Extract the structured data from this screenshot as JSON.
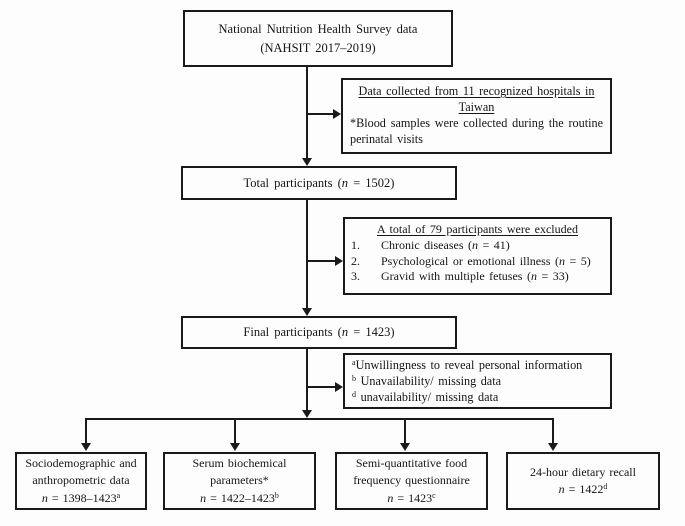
{
  "figure": "participant-flowchart",
  "colors": {
    "border": "#1a1a1a",
    "background": "#fdfdfd",
    "text": "#151515"
  },
  "flow": {
    "top_box": {
      "lines": [
        [
          {
            "t": "National Nutrition Health Survey data"
          }
        ],
        [
          {
            "t": "(NAHSIT 2017–2019)"
          }
        ]
      ]
    },
    "hospitals_box": {
      "heading": [
        [
          {
            "t": "Data collected from 11 recognized hospitals in",
            "u": true
          }
        ],
        [
          {
            "t": "Taiwan",
            "u": true
          }
        ]
      ],
      "body": [
        [
          {
            "t": "*Blood samples were collected during the routine perinatal visits"
          }
        ]
      ]
    },
    "total_box": {
      "line": [
        {
          "t": "Total participants ("
        },
        {
          "t": "n",
          "i": true
        },
        {
          "t": " = 1502)"
        }
      ]
    },
    "excluded_box": {
      "heading": [
        {
          "t": "A total of 79 participants were excluded",
          "u": true
        }
      ],
      "items": [
        [
          {
            "t": "1.",
            "cls": "num"
          },
          {
            "t": "Chronic diseases ("
          },
          {
            "t": "n",
            "i": true
          },
          {
            "t": " = 41)"
          }
        ],
        [
          {
            "t": "2.",
            "cls": "num"
          },
          {
            "t": "Psychological or emotional illness ("
          },
          {
            "t": "n",
            "i": true
          },
          {
            "t": " = 5)"
          }
        ],
        [
          {
            "t": "3.",
            "cls": "num"
          },
          {
            "t": "Gravid with multiple fetuses ("
          },
          {
            "t": "n",
            "i": true
          },
          {
            "t": " = 33)"
          }
        ]
      ]
    },
    "final_box": {
      "line": [
        {
          "t": "Final participants ("
        },
        {
          "t": "n",
          "i": true
        },
        {
          "t": " = 1423)"
        }
      ]
    },
    "footnotes_box": {
      "lines": [
        [
          {
            "t": "a",
            "sup": true
          },
          {
            "t": "Unwillingness to reveal personal information"
          }
        ],
        [
          {
            "t": "b",
            "sup": true
          },
          {
            "t": " Unavailability/ missing data"
          }
        ],
        [
          {
            "t": "d",
            "sup": true
          },
          {
            "t": " unavailability/ missing data"
          }
        ]
      ]
    },
    "outcome_boxes": [
      {
        "lines": [
          [
            {
              "t": "Sociodemographic and"
            }
          ],
          [
            {
              "t": "anthropometric data"
            }
          ],
          [
            {
              "t": "n",
              "i": true
            },
            {
              "t": " = 1398–1423"
            },
            {
              "t": "a",
              "sup": true
            }
          ]
        ]
      },
      {
        "lines": [
          [
            {
              "t": "Serum biochemical"
            }
          ],
          [
            {
              "t": "parameters*"
            }
          ],
          [
            {
              "t": "n",
              "i": true
            },
            {
              "t": " = 1422–1423"
            },
            {
              "t": "b",
              "sup": true
            }
          ]
        ]
      },
      {
        "lines": [
          [
            {
              "t": "Semi-quantitative food"
            }
          ],
          [
            {
              "t": "frequency questionnaire"
            }
          ],
          [
            {
              "t": "n",
              "i": true
            },
            {
              "t": " = 1423"
            },
            {
              "t": "c",
              "sup": true
            }
          ]
        ]
      },
      {
        "lines": [
          [
            {
              "t": "24-hour dietary recall"
            }
          ],
          [
            {
              "t": "n",
              "i": true
            },
            {
              "t": " = 1422"
            },
            {
              "t": "d",
              "sup": true
            }
          ]
        ]
      }
    ]
  }
}
